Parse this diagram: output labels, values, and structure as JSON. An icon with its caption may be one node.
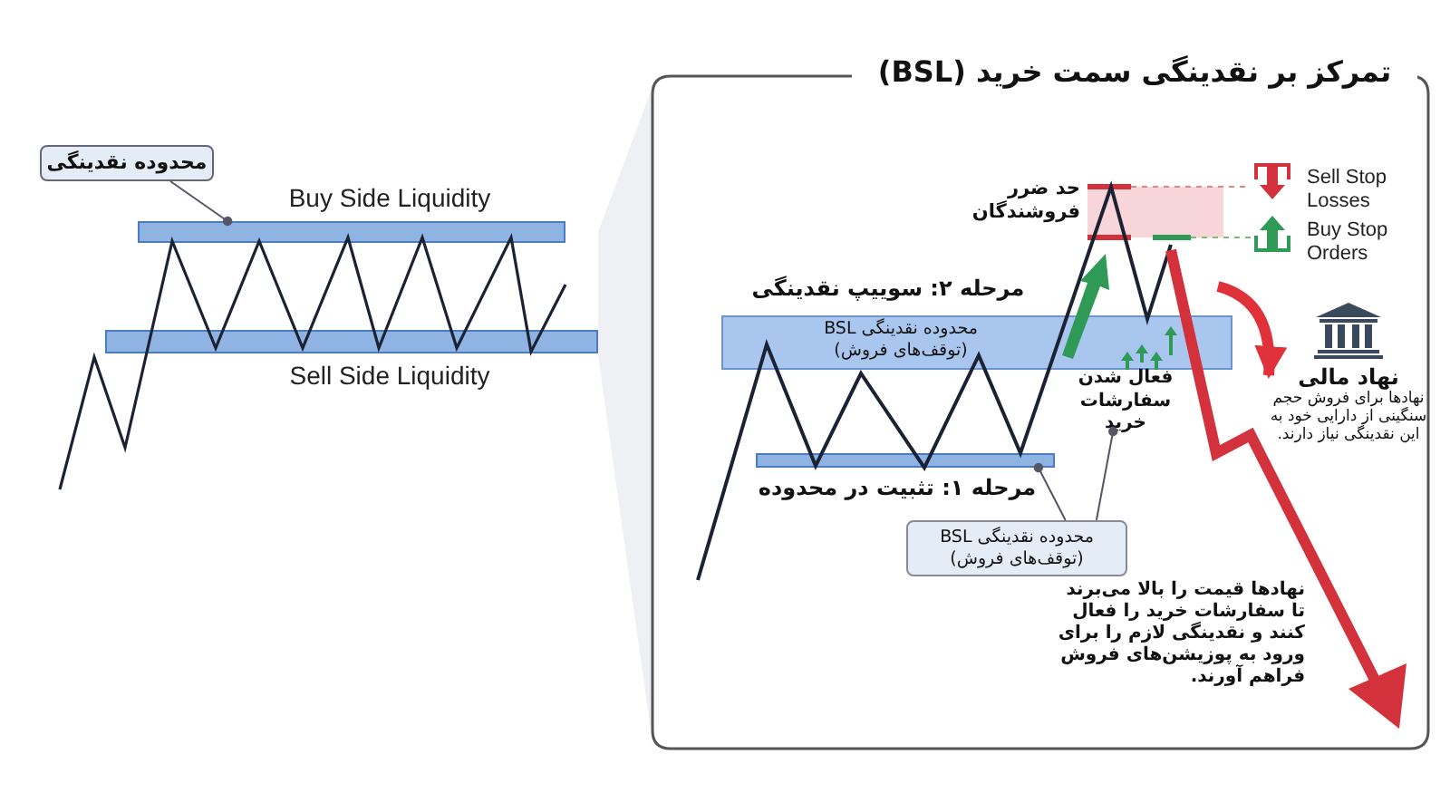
{
  "diagram": {
    "title": "تمرکز بر نقدینگی سمت خرید (BSL)",
    "nodes": [
      {
        "text": [
          "محدوده نقدینگی"
        ]
      },
      {
        "text": [],
        "shape": "bar",
        "beside": [
          "Buy Side Liquidity"
        ]
      },
      {
        "text": [],
        "shape": "bar",
        "beside": [
          "Sell Side Liquidity"
        ]
      },
      {
        "text": [
          "محدوده نقدینگی BSL (توقف‌های فروش)"
        ]
      },
      {
        "text": [],
        "shape": "bar"
      },
      {
        "text": [
          "محدوده نقدینگی BSL (توقف‌های فروش)"
        ]
      },
      {
        "text": [
          "فعال شدن سفارشات خرید"
        ]
      },
      {
        "text": [
          "نهاد مالی",
          "نهادها برای فروش حجم سنگینی از دارایی خود به این نقدینگی نیاز دارند."
        ]
      }
    ],
    "edges": [
      {
        "from": 0,
        "to": 1,
        "arrow": "other"
      },
      {
        "from": 5,
        "to": 4,
        "arrow": "other"
      },
      {
        "from": 5,
        "to": 6,
        "arrow": "other"
      },
      {
        "from": null,
        "to": 7,
        "arrow": "to",
        "style": "thick",
        "color": "#e0303a"
      }
    ],
    "labels": [
      "حد ضرر فروشندگان",
      "Sell Stop Losses",
      "Buy Stop Orders",
      "مرحله ۲: سوییپ نقدینگی",
      "مرحله ۱: تثبیت در محدوده",
      "نهادها قیمت را بالا می‌برند تا سفارشات خرید را فعال کنند و نقدینگی لازم را برای ورود به پوزیشن‌های فروش فراهم آورند."
    ]
  }
}
